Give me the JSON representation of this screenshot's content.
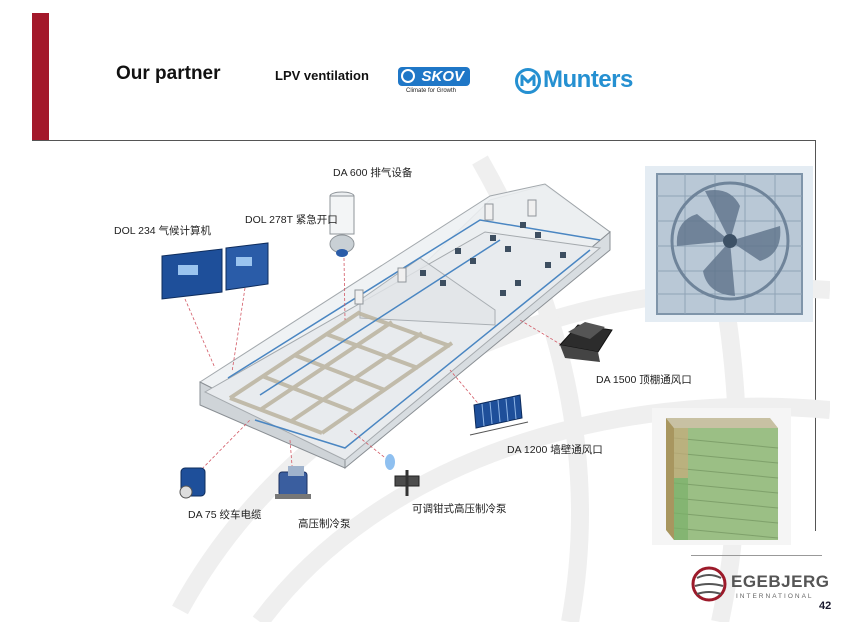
{
  "header": {
    "title": "Our partner",
    "lpv_label": "LPV ventilation"
  },
  "logos": {
    "skov_name": "SKOV",
    "skov_tagline": "Climate for Growth",
    "munters_name": "Munters",
    "egebjerg_name": "EGEBJERG",
    "egebjerg_sub": "INTERNATIONAL"
  },
  "labels": {
    "da600": "DA 600 排气设备",
    "dol278t": "DOL 278T 紧急开口",
    "dol234": "DOL 234 气候计算机",
    "da1500": "DA 1500 顶棚通风口",
    "da1200": "DA 1200 墙壁通风口",
    "da75": "DA 75 绞车电缆",
    "pump": "高压制冷泵",
    "nozzle": "可调钳式高压制冷泵"
  },
  "colors": {
    "accent": "#a3182a",
    "skov_blue": "#1f77c7",
    "munters_blue": "#2590d1",
    "device_blue": "#1e4f9a"
  },
  "page_number": "42"
}
